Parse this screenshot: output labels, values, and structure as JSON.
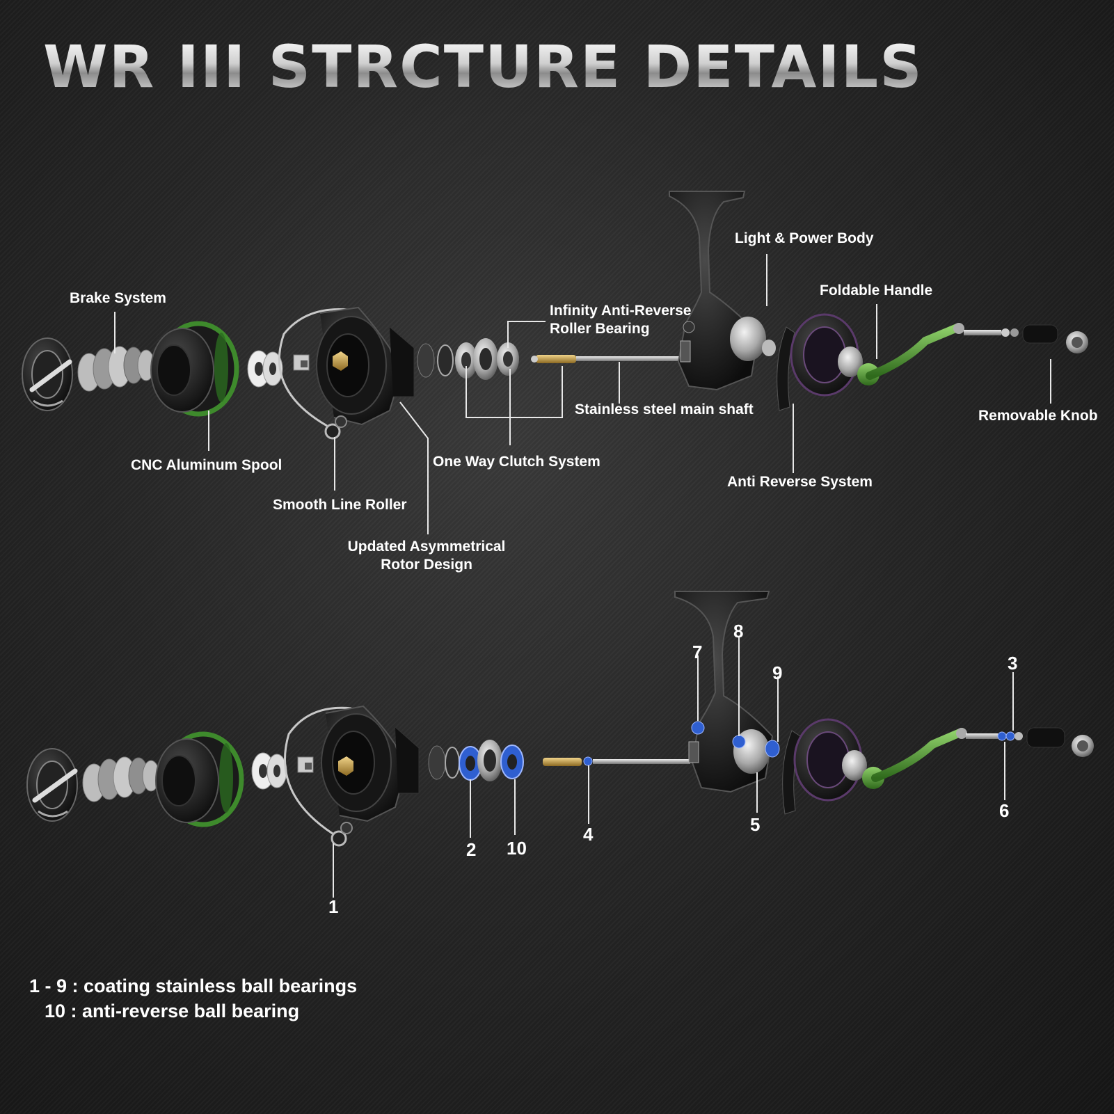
{
  "title": "WR III STRCTURE DETAILS",
  "labels": {
    "brake_system": "Brake System",
    "cnc_spool": "CNC Aluminum Spool",
    "smooth_line_roller": "Smooth Line Roller",
    "rotor_line1": "Updated Asymmetrical",
    "rotor_line2": "Rotor Design",
    "roller_bearing_line1": "Infinity Anti-Reverse",
    "roller_bearing_line2": "Roller Bearing",
    "one_way_clutch": "One Way Clutch System",
    "main_shaft": "Stainless steel main shaft",
    "body": "Light & Power Body",
    "foldable_handle": "Foldable Handle",
    "removable_knob": "Removable Knob",
    "anti_reverse": "Anti Reverse System"
  },
  "bearing_numbers": [
    "1",
    "2",
    "3",
    "4",
    "5",
    "6",
    "7",
    "8",
    "9",
    "10"
  ],
  "notes": {
    "line1": "1 - 9 :  coating stainless ball bearings",
    "line2": "10 : anti-reverse ball bearing"
  },
  "colors": {
    "accent_green": "#4a8a2e",
    "bearing_blue": "#2f5fd0",
    "brass": "#c9a24a",
    "silver": "#cfcfcf"
  }
}
